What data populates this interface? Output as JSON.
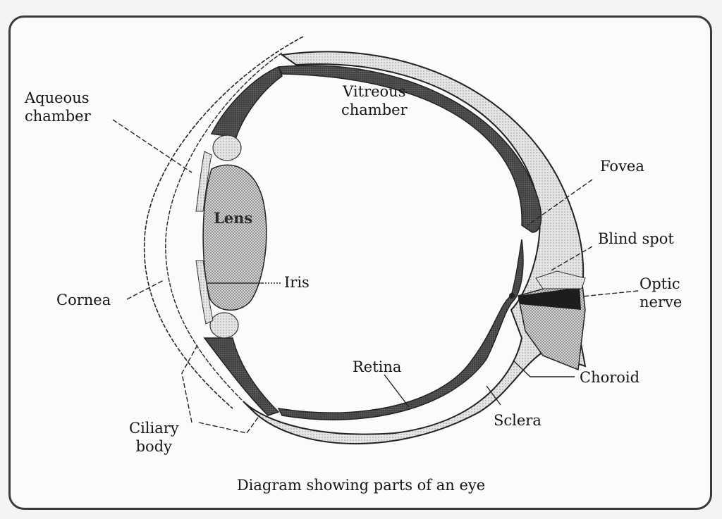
{
  "diagram": {
    "title": "Diagram showing parts of an eye",
    "labels": {
      "aqueous_chamber": [
        "Aqueous",
        "chamber"
      ],
      "vitreous_chamber": [
        "Vitreous",
        "chamber"
      ],
      "lens": "Lens",
      "iris": "Iris",
      "cornea": "Cornea",
      "ciliary_body": [
        "Ciliary",
        "body"
      ],
      "retina": "Retina",
      "sclera": "Sclera",
      "choroid": "Choroid",
      "fovea": "Fovea",
      "blind_spot": "Blind spot",
      "optic_nerve": [
        "Optic",
        "nerve"
      ]
    },
    "colors": {
      "ink": "#1a1a1a",
      "retina_dark": "#3c3c3c",
      "stipple_mid": "#9a9a9a",
      "stipple_light": "#c8c8c8",
      "paper": "#fbfbfa"
    }
  }
}
